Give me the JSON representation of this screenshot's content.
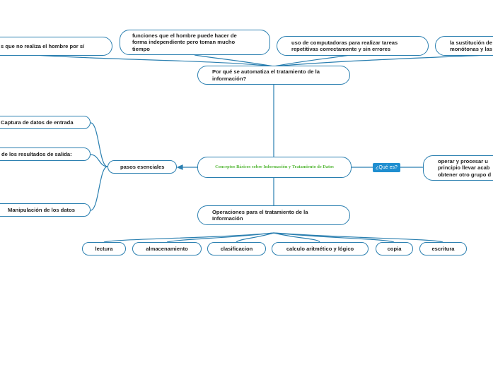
{
  "center": {
    "title": "Conceptos Básicos sobre Información y Tratamiento de Datos"
  },
  "tag_que_es": "¿Qué es?",
  "que_es_text": [
    "operar y procesar  u",
    "principio llevar acab",
    "obtener otro grupo d"
  ],
  "why": {
    "text": [
      "Por qué se automatiza el tratamiento de la",
      "información?"
    ]
  },
  "top_nodes": [
    {
      "lines": [
        "s que no realiza el hombre por sí"
      ]
    },
    {
      "lines": [
        "funciones que el hombre puede hacer de",
        "forma independiente pero toman mucho",
        "tiempo"
      ]
    },
    {
      "lines": [
        "uso de computadoras para realizar tareas",
        "repetitivas correctamente y sin errores"
      ]
    },
    {
      "lines": [
        "la sustitución de",
        "monótonas y las"
      ]
    }
  ],
  "pasos": {
    "label": "pasos esenciales",
    "items": [
      "Captura de datos de entrada",
      "de los resultados de salida:",
      "Manipulación de los datos"
    ]
  },
  "operaciones": {
    "text": [
      "Operaciones para el tratamiento de la",
      "Información"
    ],
    "items": [
      "lectura",
      "almacenamiento",
      "clasificacion",
      "calculo aritmético y lógico",
      "copia",
      "escritura"
    ]
  },
  "colors": {
    "line": "#2a7fb0",
    "center_text": "#57b83a",
    "tag_bg": "#1f8ed0"
  }
}
